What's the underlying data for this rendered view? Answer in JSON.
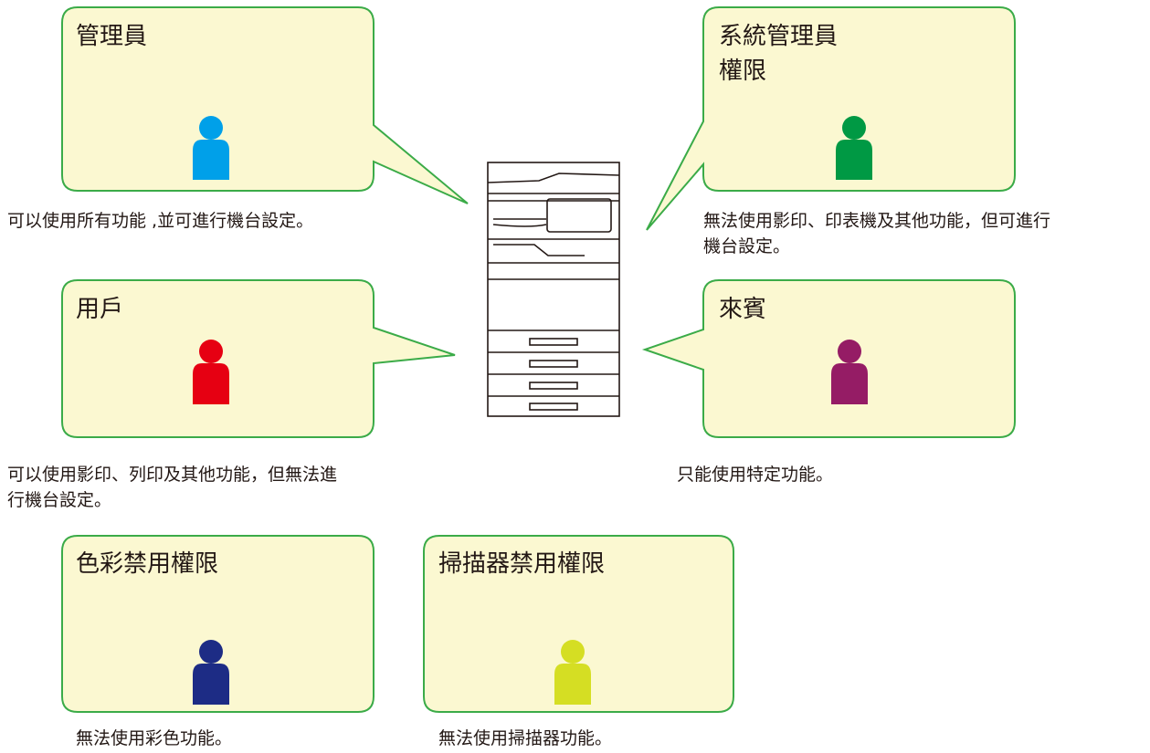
{
  "roles": [
    {
      "id": "admin",
      "title_lines": [
        "管理員"
      ],
      "description_lines": [
        "可以使用所有功能 ,並可進行機台設定。"
      ],
      "person_color": "#00a0e9"
    },
    {
      "id": "system-admin",
      "title_lines": [
        "系統管理員",
        "權限"
      ],
      "description_lines": [
        "無法使用影印、印表機及其他功能，但可進行",
        "機台設定。"
      ],
      "person_color": "#009944"
    },
    {
      "id": "user",
      "title_lines": [
        "用戶"
      ],
      "description_lines": [
        "可以使用影印、列印及其他功能，但無法進",
        "行機台設定。"
      ],
      "person_color": "#e60012"
    },
    {
      "id": "guest",
      "title_lines": [
        "來賓"
      ],
      "description_lines": [
        "只能使用特定功能。"
      ],
      "person_color": "#951c65"
    },
    {
      "id": "color-disabled",
      "title_lines": [
        "色彩禁用權限"
      ],
      "description_lines": [
        "無法使用彩色功能。"
      ],
      "person_color": "#1d2c85"
    },
    {
      "id": "scanner-disabled",
      "title_lines": [
        "掃描器禁用權限"
      ],
      "description_lines": [
        "無法使用掃描器功能。"
      ],
      "person_color": "#d5de23"
    }
  ],
  "colors": {
    "box_fill": "#fbf8d1",
    "box_border": "#3bab48",
    "printer_line": "#231815"
  },
  "icons": {
    "person": "person-icon",
    "printer": "printer-icon"
  }
}
